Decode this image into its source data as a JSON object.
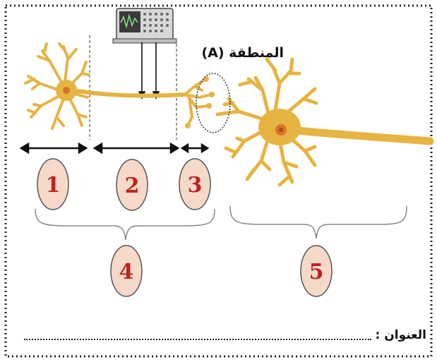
{
  "region_label": "المنطقة (A)",
  "segments": [
    {
      "number": "1"
    },
    {
      "number": "2"
    },
    {
      "number": "3"
    },
    {
      "number": "4"
    },
    {
      "number": "5"
    }
  ],
  "title_field": {
    "label": "العنوان :"
  },
  "colors": {
    "neuron": "#e5b443",
    "nucleus": "#d9722c",
    "badge_fill": "#f6d9c9",
    "number_text": "#c0221d",
    "frame": "#222222"
  }
}
